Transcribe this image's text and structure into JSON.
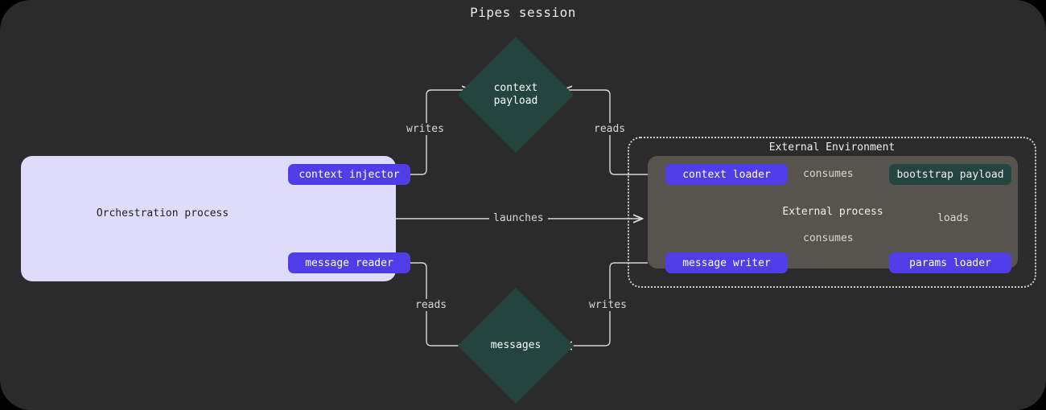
{
  "title": "Pipes session",
  "colors": {
    "canvas_bg": "#2b2b2b",
    "panel_bg": "#dfdcfb",
    "pill": "#4f3ee8",
    "green": "#24453f",
    "external_process_bg": "#57534e",
    "edge": "#d8d8d8"
  },
  "orchestration": {
    "label": "Orchestration process",
    "nodes": {
      "context_injector": "context injector",
      "message_reader": "message reader"
    }
  },
  "external_environment": {
    "label": "External Environment",
    "process_label": "External process",
    "nodes": {
      "context_loader": "context loader",
      "message_writer": "message writer",
      "params_loader": "params loader",
      "bootstrap_payload": "bootstrap payload"
    }
  },
  "stores": {
    "context_payload": {
      "line1": "context",
      "line2": "payload"
    },
    "messages": {
      "line1": "messages",
      "line2": ""
    }
  },
  "edges": {
    "writes_context": "writes",
    "reads_context": "reads",
    "launches": "launches",
    "reads_messages": "reads",
    "writes_messages": "writes",
    "consumes_context": "consumes",
    "consumes_message": "consumes",
    "loads": "loads"
  }
}
